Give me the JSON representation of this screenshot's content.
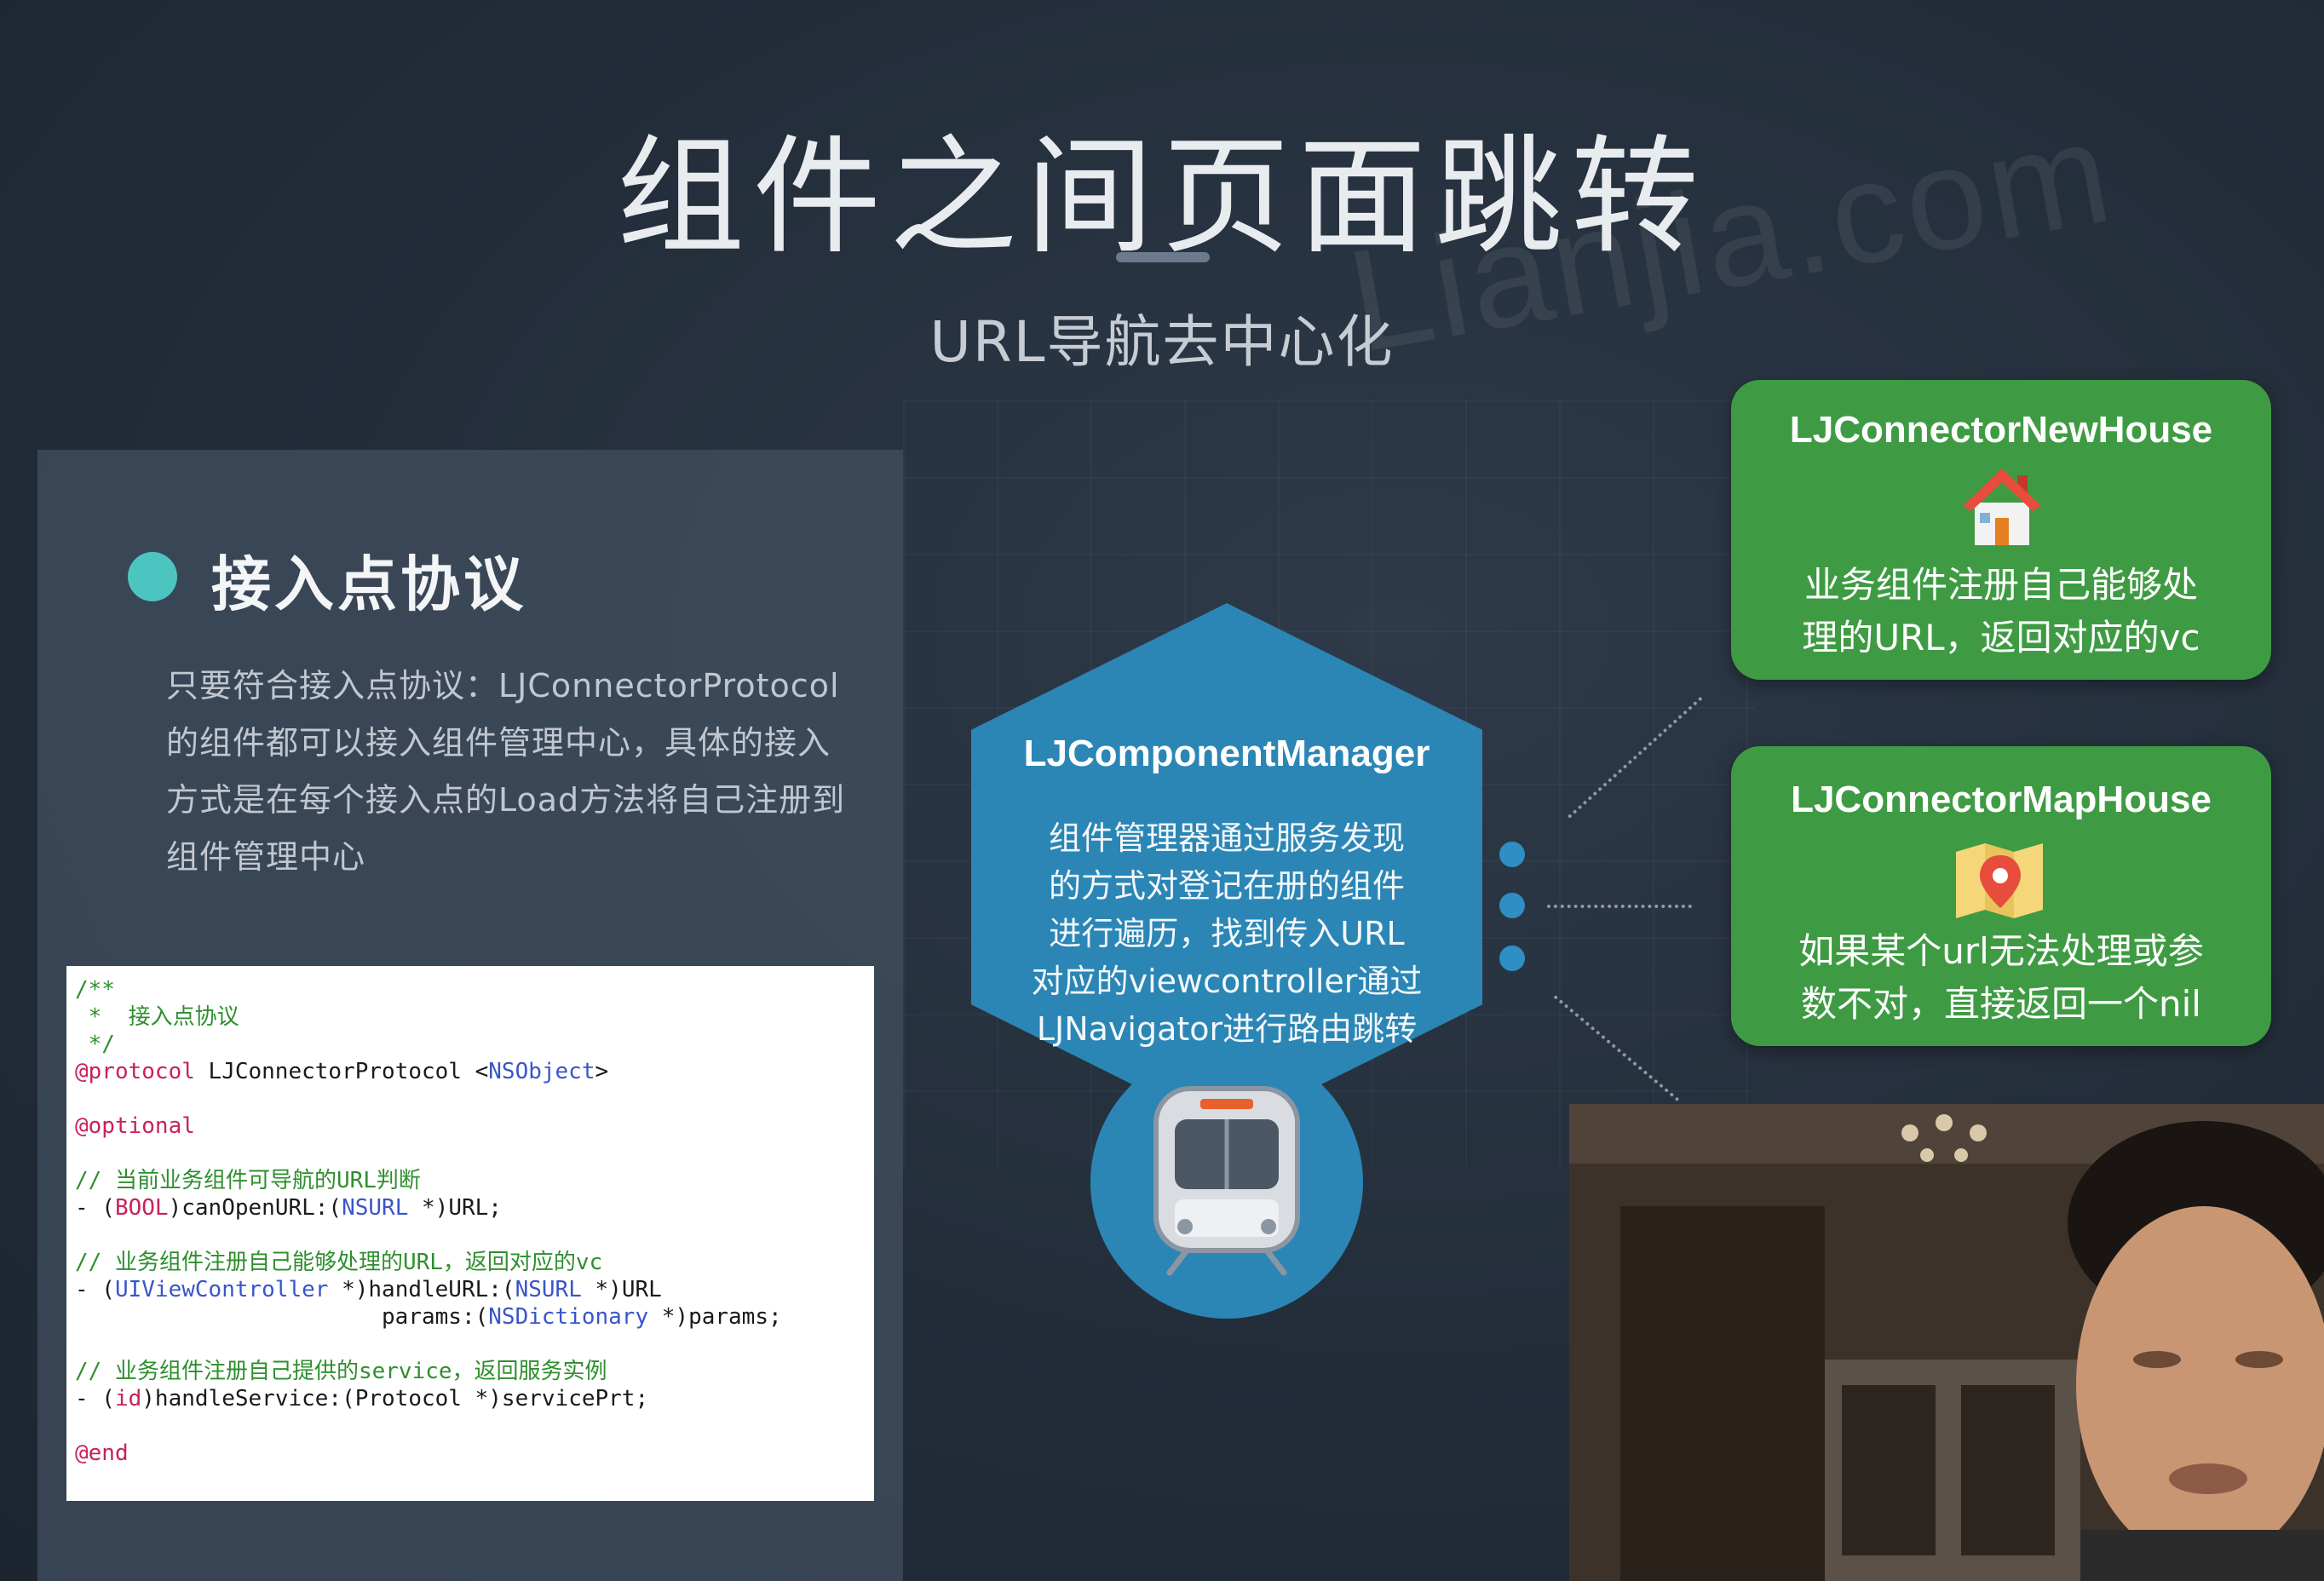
{
  "slide": {
    "title": "组件之间页面跳转",
    "subtitle": "URL导航去中心化",
    "watermark": "Lianjia.com"
  },
  "left_panel": {
    "heading": "接入点协议",
    "desc_lines": [
      "只要符合接入点协议：LJConnectorProtocol",
      "的组件都可以接入组件管理中心，具体的接入",
      "方式是在每个接入点的Load方法将自己注册到",
      "组件管理中心"
    ]
  },
  "code": {
    "lines": [
      [
        {
          "t": "/**",
          "c": "comment"
        }
      ],
      [
        {
          "t": " *  接入点协议",
          "c": "comment"
        }
      ],
      [
        {
          "t": " */",
          "c": "comment"
        }
      ],
      [
        {
          "t": "@protocol",
          "c": "kw"
        },
        {
          "t": " LJConnectorProtocol <",
          "c": "plain"
        },
        {
          "t": "NSObject",
          "c": "type"
        },
        {
          "t": ">",
          "c": "plain"
        }
      ],
      [
        {
          "t": "",
          "c": "plain"
        }
      ],
      [
        {
          "t": "@optional",
          "c": "kw"
        }
      ],
      [
        {
          "t": "",
          "c": "plain"
        }
      ],
      [
        {
          "t": "// 当前业务组件可导航的URL判断",
          "c": "comment"
        }
      ],
      [
        {
          "t": "- (",
          "c": "plain"
        },
        {
          "t": "BOOL",
          "c": "kw"
        },
        {
          "t": ")canOpenURL:(",
          "c": "plain"
        },
        {
          "t": "NSURL",
          "c": "type"
        },
        {
          "t": " *)URL;",
          "c": "plain"
        }
      ],
      [
        {
          "t": "",
          "c": "plain"
        }
      ],
      [
        {
          "t": "// 业务组件注册自己能够处理的URL，返回对应的vc",
          "c": "comment"
        }
      ],
      [
        {
          "t": "- (",
          "c": "plain"
        },
        {
          "t": "UIViewController",
          "c": "type"
        },
        {
          "t": " *)handleURL:(",
          "c": "plain"
        },
        {
          "t": "NSURL",
          "c": "type"
        },
        {
          "t": " *)URL",
          "c": "plain"
        }
      ],
      [
        {
          "t": "                       params:(",
          "c": "plain"
        },
        {
          "t": "NSDictionary",
          "c": "type"
        },
        {
          "t": " *)params;",
          "c": "plain"
        }
      ],
      [
        {
          "t": "",
          "c": "plain"
        }
      ],
      [
        {
          "t": "// 业务组件注册自己提供的service，返回服务实例",
          "c": "comment"
        }
      ],
      [
        {
          "t": "- (",
          "c": "plain"
        },
        {
          "t": "id",
          "c": "kw"
        },
        {
          "t": ")handleService:(Protocol *)servicePrt;",
          "c": "plain"
        }
      ],
      [
        {
          "t": "",
          "c": "plain"
        }
      ],
      [
        {
          "t": "@end",
          "c": "kw"
        }
      ]
    ]
  },
  "manager": {
    "title": "LJComponentManager",
    "body_lines": [
      "组件管理器通过服务发现",
      "的方式对登记在册的组件",
      "进行遍历，找到传入URL",
      "对应的viewcontroller通过",
      "LJNavigator进行路由跳转"
    ],
    "icon": "train-icon"
  },
  "cards": [
    {
      "title": "LJConnectorNewHouse",
      "icon": "house-icon",
      "body_lines": [
        "业务组件注册自己能够处",
        "理的URL，返回对应的vc"
      ]
    },
    {
      "title": "LJConnectorMapHouse",
      "icon": "map-pin-icon",
      "body_lines": [
        "如果某个url无法处理或参",
        "数不对，直接返回一个nil"
      ]
    }
  ],
  "colors": {
    "accent_teal": "#4cc5c0",
    "hex_blue": "#2b86b5",
    "card_green": "#3f9b43"
  }
}
